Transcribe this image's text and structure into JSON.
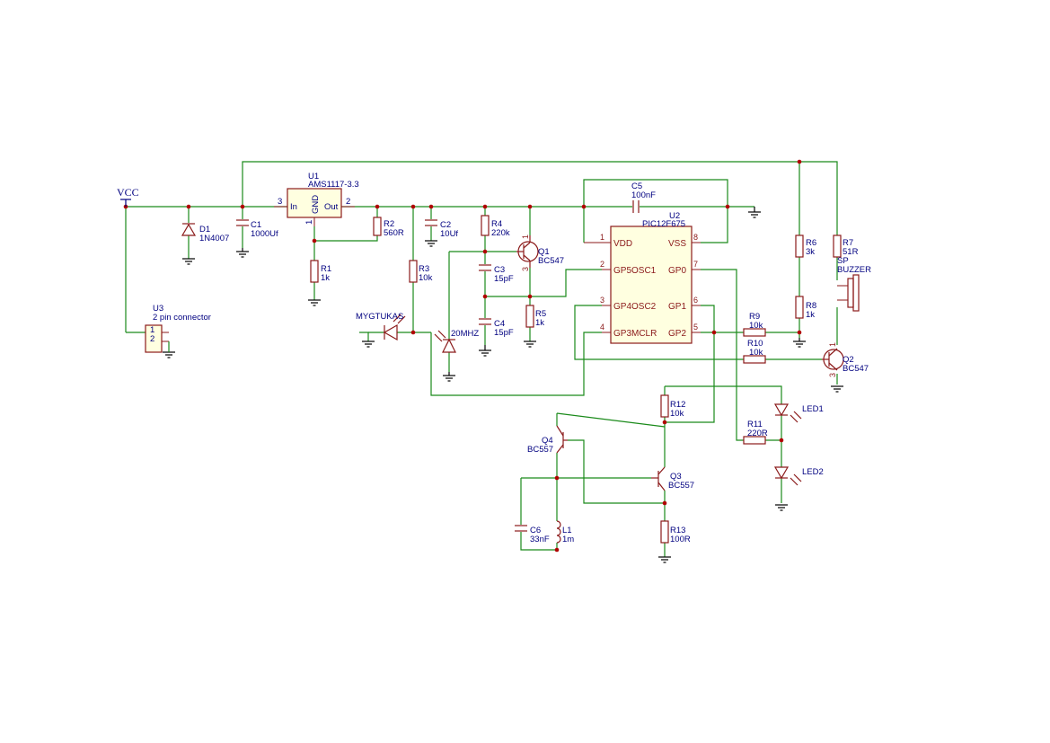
{
  "power": {
    "vcc_label": "VCC"
  },
  "components": {
    "u1": {
      "ref": "U1",
      "value": "AMS1117-3.3",
      "pin_in": "In",
      "pin_gnd": "GND",
      "pin_out": "Out",
      "pin3": "3",
      "pin2": "2",
      "pin1": "1"
    },
    "u2": {
      "ref": "U2",
      "value": "PIC12F675",
      "left_pins": [
        {
          "num": "1",
          "name": "VDD"
        },
        {
          "num": "2",
          "name": "GP5OSC1"
        },
        {
          "num": "3",
          "name": "GP4OSC2"
        },
        {
          "num": "4",
          "name": "GP3MCLR"
        }
      ],
      "right_pins": [
        {
          "num": "8",
          "name": "VSS"
        },
        {
          "num": "7",
          "name": "GP0"
        },
        {
          "num": "6",
          "name": "GP1"
        },
        {
          "num": "5",
          "name": "GP2"
        }
      ]
    },
    "u3": {
      "ref": "U3",
      "value": "2 pin connector",
      "pin1": "1",
      "pin2": "2"
    },
    "d1": {
      "ref": "D1",
      "value": "1N4007"
    },
    "c1": {
      "ref": "C1",
      "value": "1000Uf"
    },
    "c2": {
      "ref": "C2",
      "value": "10Uf"
    },
    "c3": {
      "ref": "C3",
      "value": "15pF"
    },
    "c4": {
      "ref": "C4",
      "value": "15pF"
    },
    "c5": {
      "ref": "C5",
      "value": "100nF"
    },
    "c6": {
      "ref": "C6",
      "value": "33nF"
    },
    "r1": {
      "ref": "R1",
      "value": "1k"
    },
    "r2": {
      "ref": "R2",
      "value": "560R"
    },
    "r3": {
      "ref": "R3",
      "value": "10k"
    },
    "r4": {
      "ref": "R4",
      "value": "220k"
    },
    "r5": {
      "ref": "R5",
      "value": "1k"
    },
    "r6": {
      "ref": "R6",
      "value": "3k"
    },
    "r7": {
      "ref": "R7",
      "value": "51R"
    },
    "r8": {
      "ref": "R8",
      "value": "1k"
    },
    "r9": {
      "ref": "R9",
      "value": "10k"
    },
    "r10": {
      "ref": "R10",
      "value": "10k"
    },
    "r11": {
      "ref": "R11",
      "value": "220R"
    },
    "r12": {
      "ref": "R12",
      "value": "10k"
    },
    "r13": {
      "ref": "R13",
      "value": "100R"
    },
    "q1": {
      "ref": "Q1",
      "value": "BC547",
      "pin1": "1",
      "pin3": "3"
    },
    "q2": {
      "ref": "Q2",
      "value": "BC547",
      "pin1": "1",
      "pin3": "3"
    },
    "q3": {
      "ref": "Q3",
      "value": "BC557"
    },
    "q4": {
      "ref": "Q4",
      "value": "BC557"
    },
    "l1": {
      "ref": "L1",
      "value": "1m"
    },
    "led_ir": {
      "ref": "MYGTUKAS"
    },
    "pd": {
      "ref": "20MHZ"
    },
    "led1": {
      "ref": "LED1"
    },
    "led2": {
      "ref": "LED2"
    },
    "buzzer": {
      "ref": "SP",
      "value": "BUZZER"
    }
  }
}
